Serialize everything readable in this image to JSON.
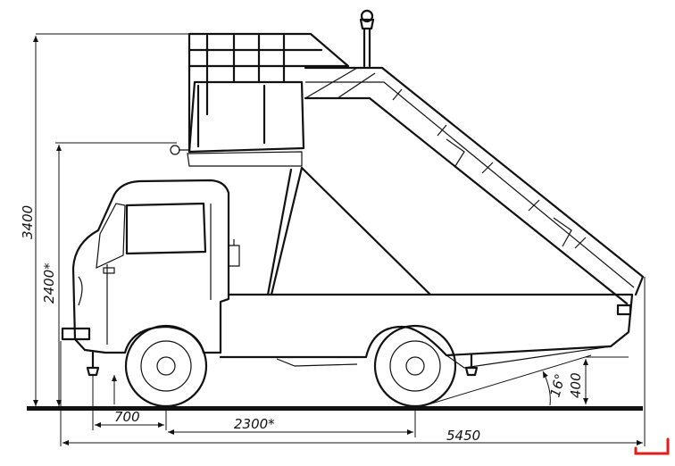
{
  "dimensions": {
    "overall_height": "3400",
    "platform_height": "2400*",
    "front_overhang": "700",
    "wheelbase": "2300*",
    "overall_length": "5450",
    "ramp_angle": "16°",
    "rear_height": "400"
  },
  "colors": {
    "ink": "#111111",
    "marker": "#e31b1b",
    "background": "#ffffff"
  }
}
